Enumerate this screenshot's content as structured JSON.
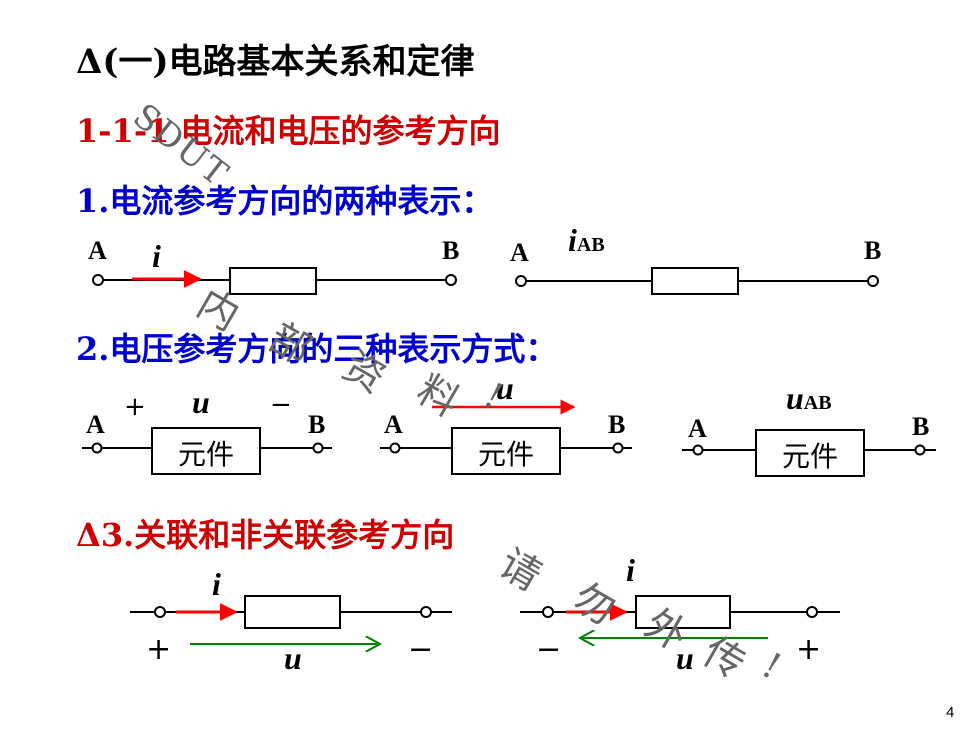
{
  "heading": "Δ(一)电路基本关系和定律",
  "section": "1-1-1 电流和电压的参考方向",
  "item1": "1.电流参考方向的两种表示：",
  "item2": "2.电压参考方向的三种表示方式：",
  "item3": "Δ3.关联和非关联参考方向",
  "labels": {
    "a": "A",
    "b": "B",
    "i": "i",
    "u": "u",
    "ab": "AB",
    "plus": "+",
    "minus": "−",
    "element": "元件"
  },
  "watermark": {
    "sdut": "SDUT",
    "chars": [
      "内",
      "部",
      "资",
      "料",
      "!",
      "请",
      "勿",
      "外",
      "传",
      "!"
    ]
  },
  "page_number": "4",
  "colors": {
    "heading": "#000000",
    "section": "#cc0000",
    "items": "#0000cc",
    "current_arrow": "#ff0000",
    "voltage_arrow_assoc": "#008000"
  }
}
